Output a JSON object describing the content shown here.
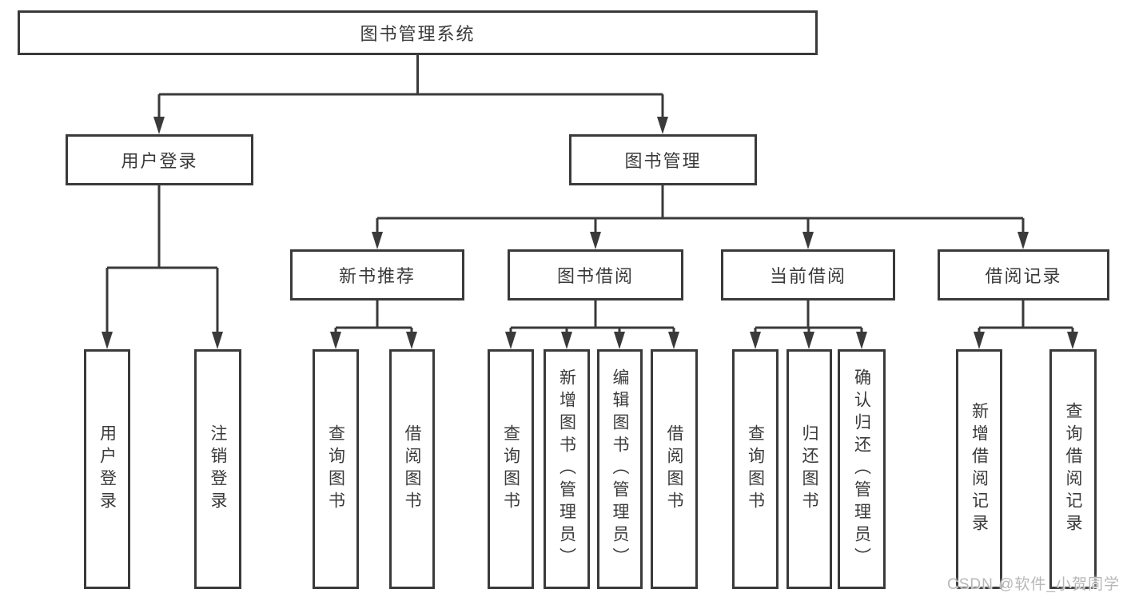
{
  "tree": {
    "root": "图书管理系统",
    "branches": [
      {
        "label": "用户登录",
        "children": [
          "用户登录",
          "注销登录"
        ]
      },
      {
        "label": "图书管理",
        "children": [
          {
            "label": "新书推荐",
            "children": [
              "查询图书",
              "借阅图书"
            ]
          },
          {
            "label": "图书借阅",
            "children": [
              "查询图书",
              "新增图书（管理员）",
              "编辑图书（管理员）",
              "借阅图书"
            ]
          },
          {
            "label": "当前借阅",
            "children": [
              "查询图书",
              "归还图书",
              "确认归还（管理员）"
            ]
          },
          {
            "label": "借阅记录",
            "children": [
              "新增借阅记录",
              "查询借阅记录"
            ]
          }
        ]
      }
    ]
  },
  "watermark": {
    "text": "CSDN @软件_小贺同学"
  },
  "colors": {
    "line": "#3a3a3a",
    "text": "#3a3a3a",
    "box_background": "#ffffff",
    "page_background": "#ffffff",
    "watermark": "#b7b7b7"
  }
}
